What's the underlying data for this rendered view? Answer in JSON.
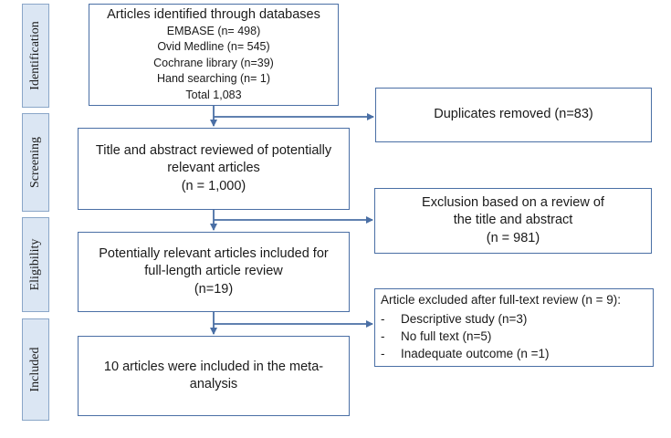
{
  "phases": {
    "identification": "Identification",
    "screening": "Screening",
    "eligibility": "Eligibility",
    "included": "Included"
  },
  "identification_box": {
    "title": "Articles identified through databases",
    "lines": [
      "EMBASE (n= 498)",
      "Ovid Medline (n= 545)",
      "Cochrane library (n=39)",
      "Hand searching (n= 1)",
      "Total 1,083"
    ]
  },
  "duplicates_box": {
    "text": "Duplicates removed (n=83)"
  },
  "screening_box": {
    "line1": "Title and abstract reviewed of potentially",
    "line2": "relevant articles",
    "line3": "(n = 1,000)"
  },
  "exclusion_box": {
    "line1": "Exclusion based on a review of",
    "line2": "the title and abstract",
    "line3": "(n = 981)"
  },
  "eligibility_box": {
    "line1": "Potentially relevant articles included for",
    "line2": "full-length article review",
    "line3": "(n=19)"
  },
  "fulltext_exclusion_box": {
    "title": "Article excluded after full-text review (n = 9):",
    "items": [
      "Descriptive study (n=3)",
      "No full text (n=5)",
      "Inadequate outcome (n =1)"
    ],
    "bullet": "-"
  },
  "included_box": {
    "line1": "10 articles were included in the meta-",
    "line2": "analysis"
  },
  "colors": {
    "box_border": "#4a6fa5",
    "arrow": "#4a6fa5",
    "phase_fill": "#dbe6f3"
  }
}
